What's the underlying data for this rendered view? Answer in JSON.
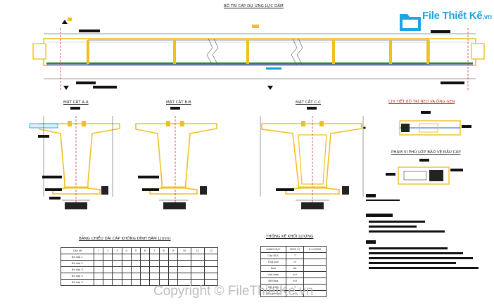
{
  "site": {
    "logo_text": "File Thiết Kế",
    "logo_suffix": ".vn",
    "watermark": "Copyright © FileThietKe.vn"
  },
  "elevation": {
    "title": "BỐ TRÍ CÁP DỰ ỨNG LỰC DẦM"
  },
  "sections": {
    "a": "MẶT CẮT A-A",
    "b": "MẶT CẮT B-B",
    "c": "MẶT CẮT C-C"
  },
  "details": {
    "anchor": "CHI TIẾT BỐ TRÍ NEO VÀ ỐNG GEN",
    "protect": "PHẠM VI PHỦ LỚP BẢO VỆ ĐẦU CÁP"
  },
  "cable_table": {
    "title": "BẢNG CHIỀU DÀI CÁP KHÔNG DÍNH BÁM L(mm)",
    "header": [
      "Cáp số",
      "1",
      "2",
      "3",
      "4",
      "5",
      "6",
      "7",
      "8",
      "9",
      "10",
      "11",
      "12"
    ],
    "rows": [
      [
        "Bó cáp 1",
        "",
        "",
        "",
        "",
        "",
        "",
        "",
        "",
        "",
        "",
        "",
        ""
      ],
      [
        "Bó cáp 2",
        "",
        "",
        "",
        "",
        "",
        "",
        "",
        "",
        "",
        "",
        "",
        ""
      ],
      [
        "Bó cáp 3",
        "",
        "",
        "",
        "",
        "",
        "",
        "",
        "",
        "",
        "",
        "",
        ""
      ],
      [
        "Bó cáp 4",
        "",
        "",
        "",
        "",
        "",
        "",
        "",
        "",
        "",
        "",
        "",
        ""
      ],
      [
        "Bó cáp 5",
        "",
        "",
        "",
        "",
        "",
        "",
        "",
        "",
        "",
        "",
        "",
        ""
      ]
    ]
  },
  "qty_table": {
    "title": "THỐNG KÊ KHỐI LƯỢNG",
    "header": [
      "HẠNG MỤC",
      "ĐƠN VỊ",
      "K.LƯỢNG"
    ],
    "rows": [
      [
        "Cáp DƯL",
        "T",
        ""
      ],
      [
        "Ống gen",
        "m",
        ""
      ],
      [
        "Neo",
        "bộ",
        ""
      ],
      [
        "Vữa bơm",
        "m3",
        ""
      ],
      [
        "Bê tông",
        "m3",
        ""
      ],
      [
        "Cốt thép",
        "T",
        ""
      ],
      [
        "Ván khuôn",
        "m2",
        ""
      ]
    ]
  }
}
